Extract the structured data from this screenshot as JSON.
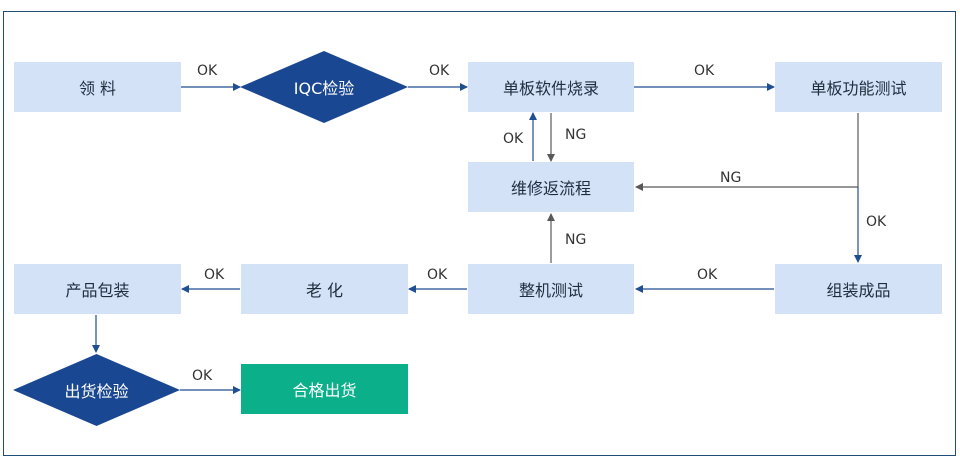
{
  "nodes": {
    "lingliao": "领 料",
    "iqc": "IQC检验",
    "shaolu": "单板软件烧录",
    "gongneng": "单板功能测试",
    "weixiu": "维修返流程",
    "zuzhuang": "组装成品",
    "zhengji": "整机测试",
    "laohua": "老 化",
    "baozhuang": "产品包装",
    "chuhuo_check": "出货检验",
    "hege": "合格出货"
  },
  "labels": {
    "ok_1": "OK",
    "ok_2": "OK",
    "ok_3": "OK",
    "ok_4": "OK",
    "ng_1": "NG",
    "ng_2": "NG",
    "ok_5": "OK",
    "ok_6": "OK",
    "ng_3": "NG",
    "ok_7": "OK",
    "ok_8": "OK",
    "ok_9": "OK"
  },
  "colors": {
    "box": "#d3e2f7",
    "diamond": "#1a4791",
    "pass": "#0bb08a",
    "arrow": "#1f4e91",
    "ng_arrow": "#595959",
    "border": "#1f4e79"
  }
}
